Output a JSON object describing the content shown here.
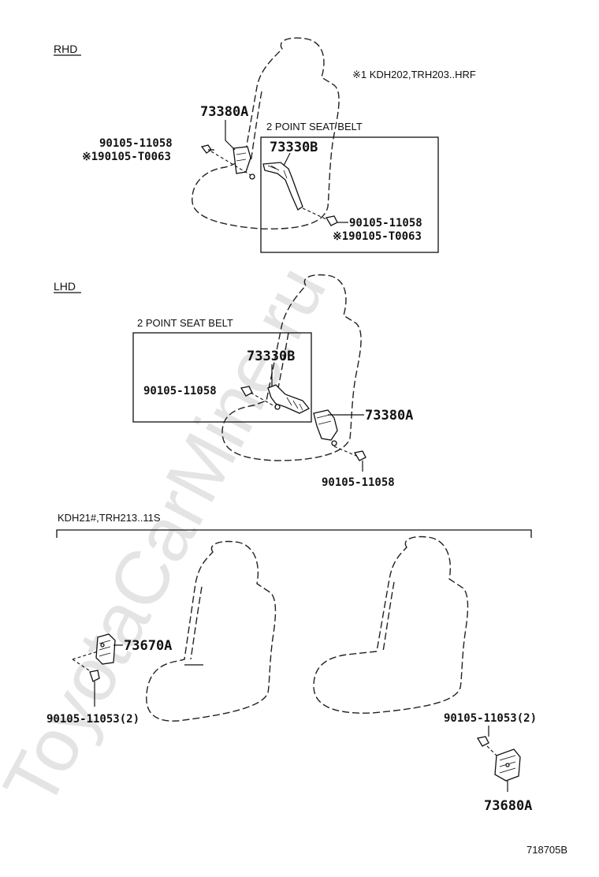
{
  "watermark": "ToyotaCarMine.ru",
  "sections": {
    "rhd": {
      "heading": "RHD",
      "note": "※1 KDH202,TRH203..HRF",
      "part_73380a": "73380A",
      "bolt_std": "90105-11058",
      "bolt_alt": "※190105-T0063",
      "box_title": "2 POINT SEAT BELT",
      "part_73330b": "73330B",
      "box_bolt_std": "90105-11058",
      "box_bolt_alt": "※190105-T0063"
    },
    "lhd": {
      "heading": "LHD",
      "box_title": "2 POINT SEAT BELT",
      "part_73330b": "73330B",
      "box_bolt": "90105-11058",
      "part_73380a": "73380A",
      "bolt": "90105-11058"
    },
    "kdh21": {
      "heading": "KDH21#,TRH213..11S",
      "part_73670a": "73670A",
      "bolt_left": "90105-11053(2)",
      "bolt_right": "90105-11053(2)",
      "part_73680a": "73680A"
    }
  },
  "diagram_id": "718705B"
}
